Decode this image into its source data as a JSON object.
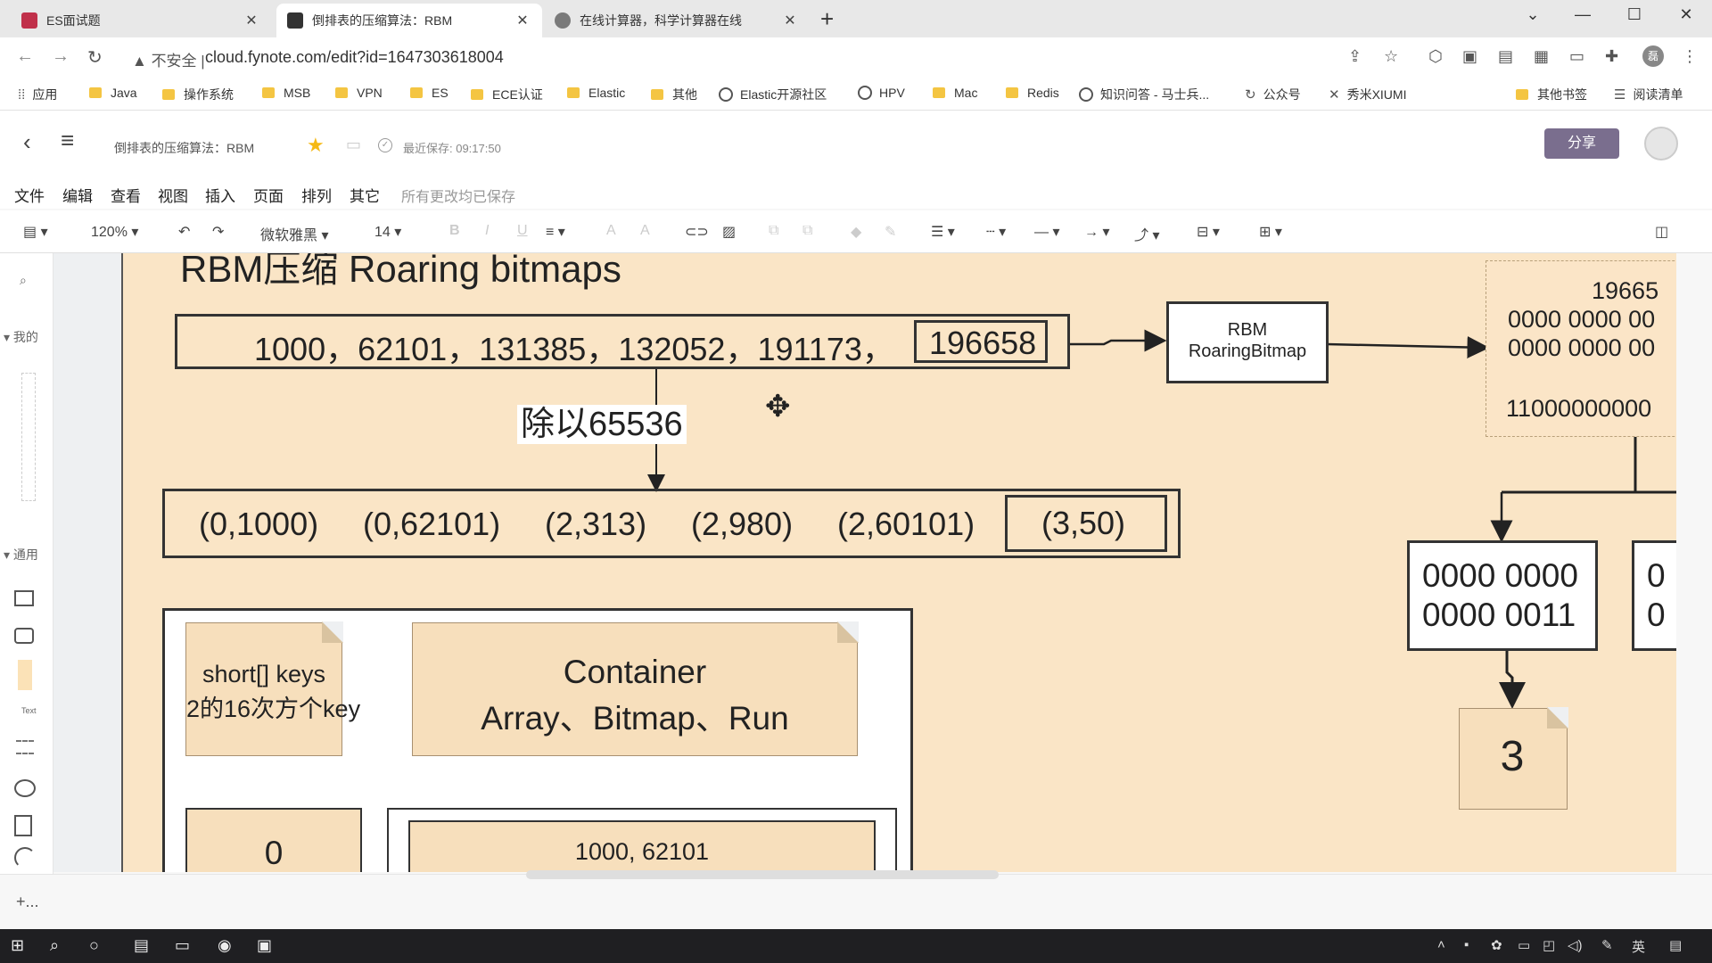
{
  "browser": {
    "tabs": [
      {
        "title": "ES面试题",
        "close": "✕"
      },
      {
        "title": "倒排表的压缩算法：RBM",
        "close": "✕"
      },
      {
        "title": "在线计算器，科学计算器在线",
        "close": "✕"
      }
    ],
    "new_tab": "+",
    "window_controls": {
      "dropdown": "⌄",
      "minimize": "—",
      "maximize": "☐",
      "close": "✕"
    },
    "address": {
      "warning": "不安全",
      "separator": "|",
      "url": "cloud.fynote.com/edit?id=1647303618004"
    },
    "profile_initial": "磊",
    "bookmarks": [
      {
        "label": "应用",
        "icon": "apps-grid-icon"
      },
      {
        "label": "Java",
        "icon": "folder-icon"
      },
      {
        "label": "操作系统",
        "icon": "folder-icon"
      },
      {
        "label": "MSB",
        "icon": "folder-icon"
      },
      {
        "label": "VPN",
        "icon": "folder-icon"
      },
      {
        "label": "ES",
        "icon": "folder-icon"
      },
      {
        "label": "ECE认证",
        "icon": "folder-icon"
      },
      {
        "label": "Elastic",
        "icon": "folder-icon"
      },
      {
        "label": "其他",
        "icon": "folder-icon"
      },
      {
        "label": "Elastic开源社区",
        "icon": "globe-icon"
      },
      {
        "label": "HPV",
        "icon": "globe-icon"
      },
      {
        "label": "Mac",
        "icon": "folder-icon"
      },
      {
        "label": "Redis",
        "icon": "folder-icon"
      },
      {
        "label": "知识问答 - 马士兵...",
        "icon": "globe-icon"
      },
      {
        "label": "公众号",
        "icon": "refresh-icon"
      },
      {
        "label": "秀米XIUMI",
        "icon": "x-logo-icon"
      },
      {
        "label": "其他书签",
        "icon": "folder-icon"
      },
      {
        "label": "阅读清单",
        "icon": "reading-list-icon"
      }
    ]
  },
  "app": {
    "doc_title": "倒排表的压缩算法：RBM",
    "save_time": "最近保存: 09:17:50",
    "share": "分享",
    "menu": [
      "文件",
      "编辑",
      "查看",
      "视图",
      "插入",
      "页面",
      "排列",
      "其它"
    ],
    "menu_status": "所有更改均已保存",
    "toolbar": {
      "zoom": "120%",
      "font": "微软雅黑",
      "font_size": "14"
    },
    "left_panel": {
      "section_mine": "我的",
      "section_general": "通用",
      "text_tool": "Text",
      "add_page": "+..."
    }
  },
  "diagram": {
    "title": "RBM压缩  Roaring bitmaps",
    "input_values": "1000，62101，131385，132052，191173，",
    "highlight_value": "196658",
    "rbm_box": {
      "line1": "RBM",
      "line2": "RoaringBitmap"
    },
    "divide_label": "除以65536",
    "pairs": [
      "(0,1000)",
      "(0,62101)",
      "(2,313)",
      "(2,980)",
      "(2,60101)"
    ],
    "highlight_pair": "(3,50)",
    "bits_panel": {
      "num": "19665",
      "row1": "0000 0000 00",
      "row2": "0000 0000 00",
      "row3": "11000000000"
    },
    "binary_box": {
      "row1": "0000 0000",
      "row2": "0000 0011"
    },
    "partial_box": {
      "row1": "0",
      "row2": "0"
    },
    "result_note": "3",
    "keys_note": {
      "line1": "short[] keys",
      "line2": "2的16次方个key"
    },
    "container_note": {
      "line1": "Container",
      "line2": "Array、Bitmap、Run"
    },
    "bottom_left": "0",
    "bottom_right": "1000, 62101"
  },
  "taskbar": {
    "ime": "英"
  }
}
